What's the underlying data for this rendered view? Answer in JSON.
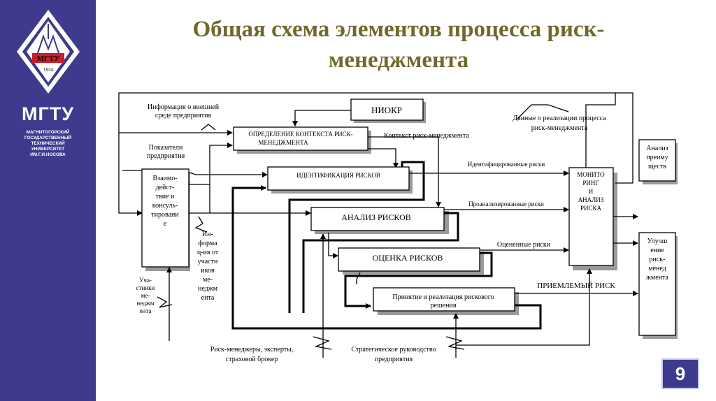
{
  "sidebar": {
    "logo_text": "МГТУ",
    "logo_year": "1934",
    "uni_abbr": "МГТУ",
    "uni_full": [
      "МАГНИТОГОРСКИЙ",
      "ГОСУДАРСТВЕННЫЙ",
      "ТЕХНИЧЕСКИЙ",
      "УНИВЕРСИТЕТ",
      "ИМ.Г.И.НОСОВА"
    ]
  },
  "title": {
    "line1": "Общая схема элементов процесса риск-",
    "line2": "менеджмента"
  },
  "diagram": {
    "boxes": {
      "niokr": "НИОКР",
      "context": [
        "ОПРЕДЕЛЕНИЕ КОНТЕКСТА РИСК-",
        "МЕНЕДЖМЕНТА"
      ],
      "identification": "ИДЕНТИФИКАЦИЯ РИСКОВ",
      "analysis": "АНАЛИЗ РИСКОВ",
      "evaluation": "ОЦЕНКА РИСКОВ",
      "decision": [
        "Принятие и реализация рискового",
        "решения"
      ],
      "interaction": [
        "Взаимо-",
        "дейст-",
        "твие и",
        "консуль-",
        "тировани",
        "е"
      ],
      "monitoring": [
        "МОНИТО",
        "РИНГ",
        "И",
        "АНАЛИЗ",
        "РИСКА"
      ],
      "advantages": [
        "Анализ",
        "преиму",
        "ществ"
      ],
      "improvement": [
        "Улучш",
        "ение",
        "риск-",
        "менед",
        "жмента"
      ]
    },
    "labels": {
      "ext_info": [
        "Информация о внешней",
        "среде предприятия"
      ],
      "indicators": [
        "Показатели",
        "предприятия"
      ],
      "impl_data": [
        "Данные о реализации процесса",
        "риск-менеджмента"
      ],
      "context_rm": "Контекст риск-менеджмента",
      "identified": "Идентифицированные риски",
      "analyzed": "Проанализированные риски",
      "evaluated": "Оцененные риски",
      "acceptable": "ПРИЕМЛЕМЫЙ РИСК",
      "participant_info": [
        "Ин-",
        "форма",
        "ц-ия от",
        "участн",
        "иков",
        "ме-",
        "неджм",
        "ента"
      ],
      "participants": [
        "Уча-",
        "стники",
        "ме-",
        "неджм",
        "ента"
      ],
      "risk_managers": [
        "Риск-менеджеры, эксперты,",
        "страховой брокер"
      ],
      "strategic": [
        "Стратегическое руководство",
        "предприятия"
      ]
    }
  },
  "slide_number": "9",
  "colors": {
    "sidebar": "#3e3a8e",
    "title": "#6f6a2c",
    "shadow": "#b0b0b0"
  }
}
